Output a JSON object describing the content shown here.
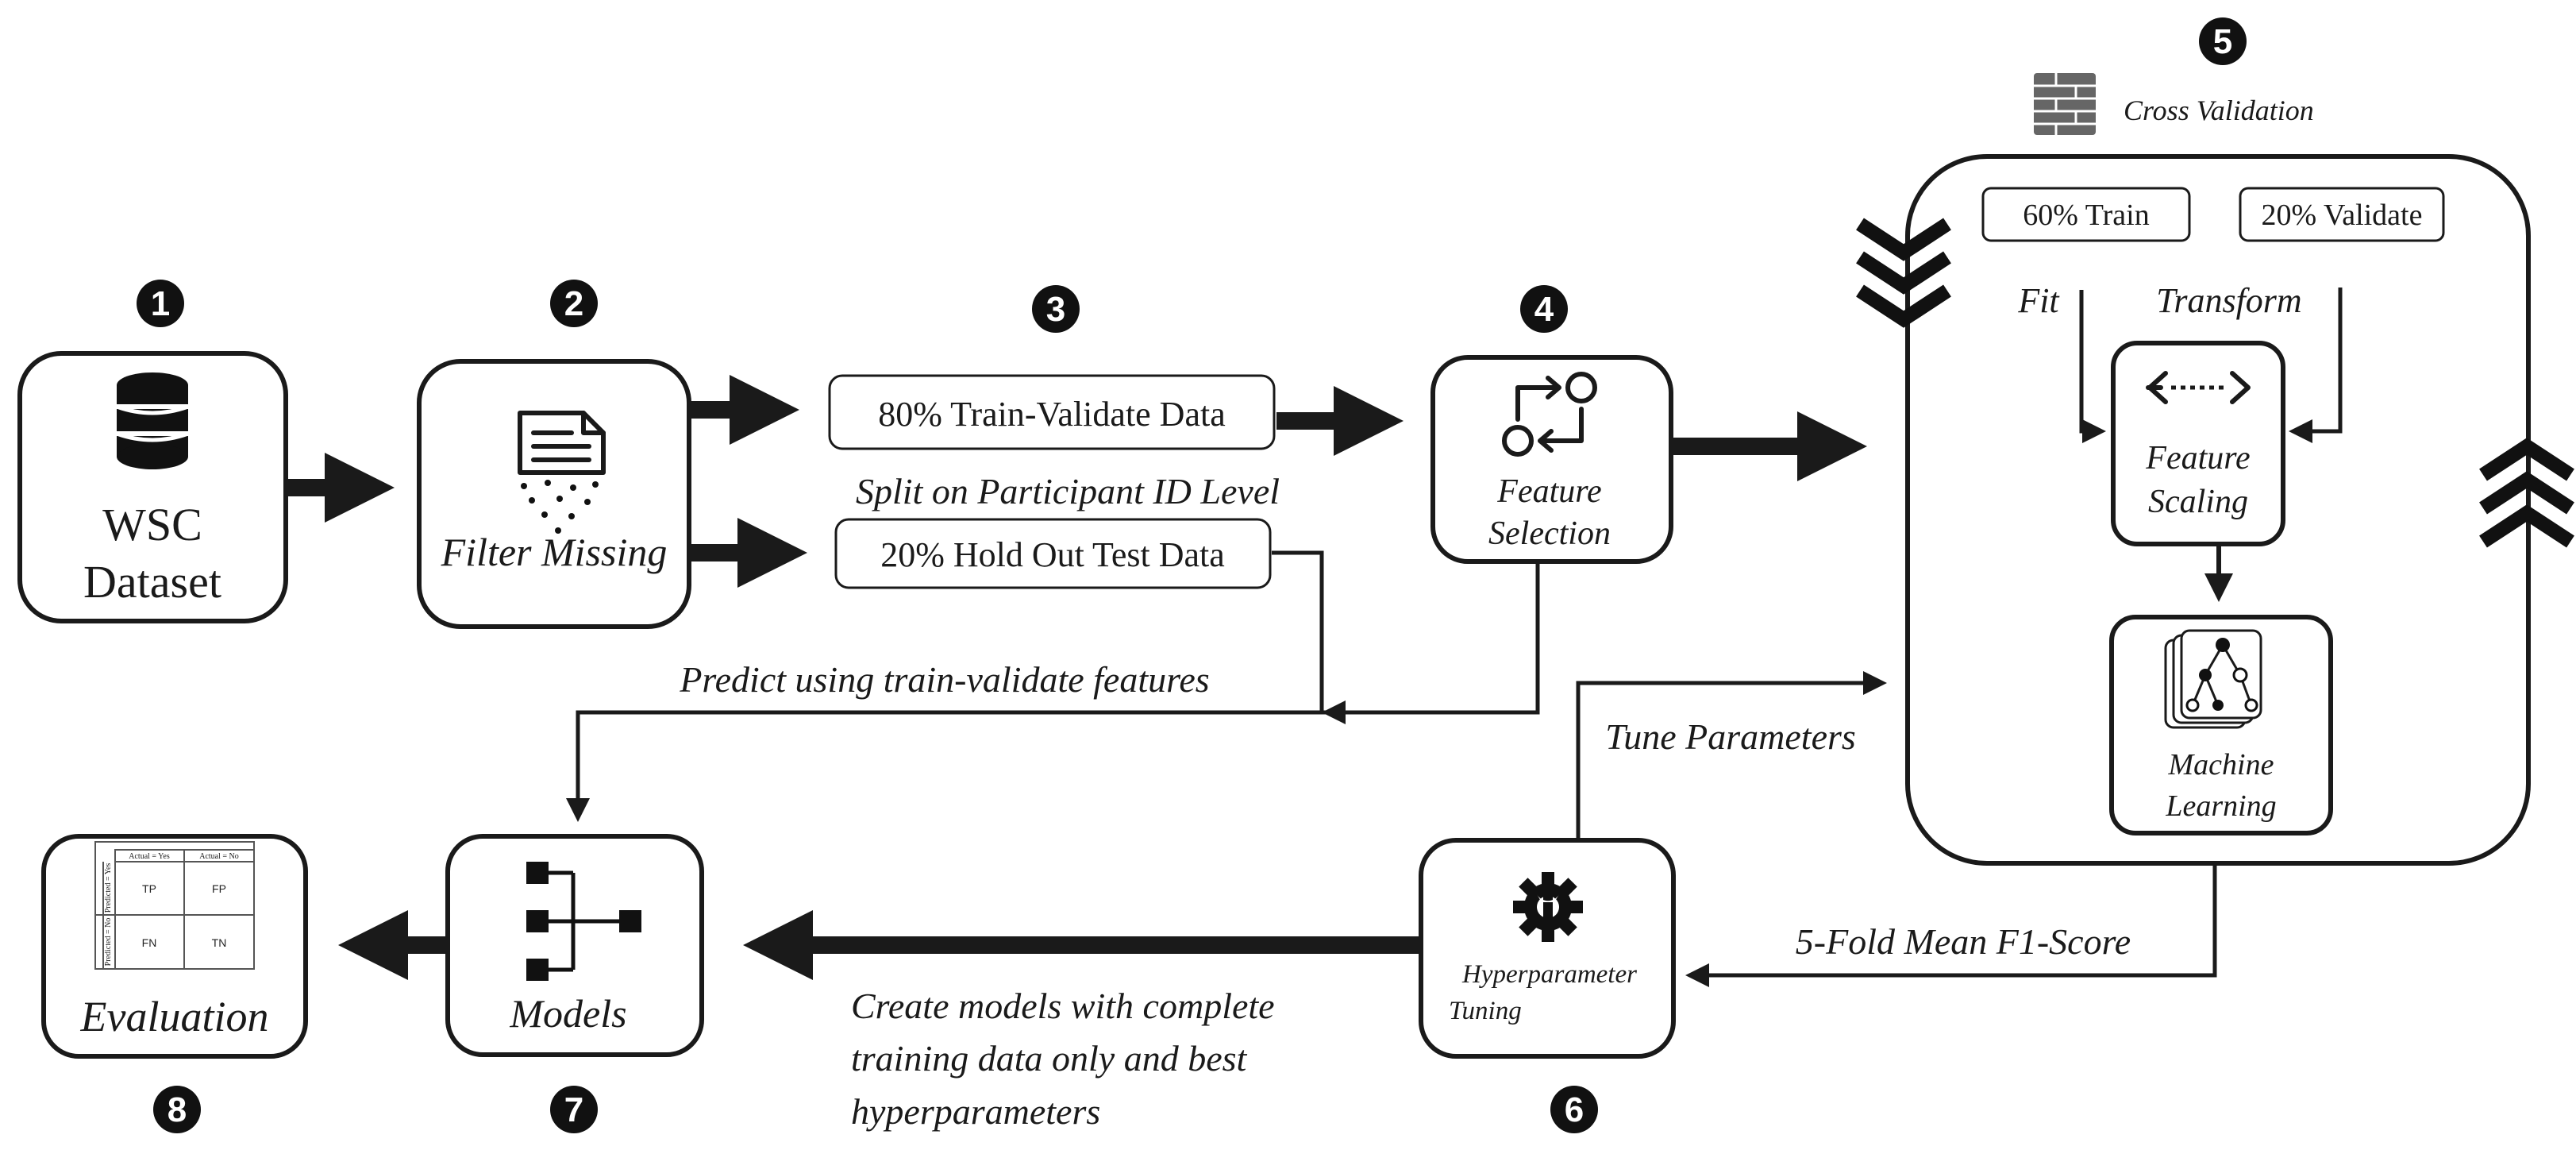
{
  "steps": {
    "s1": {
      "number": "1",
      "label_line1": "WSC",
      "label_line2": "Dataset"
    },
    "s2": {
      "number": "2",
      "label": "Filter Missing"
    },
    "s3": {
      "number": "3",
      "train_validate": "80% Train-Validate Data",
      "split_label": "Split on Participant ID Level",
      "hold_out": "20% Hold Out Test Data"
    },
    "s4": {
      "number": "4",
      "label_line1": "Feature",
      "label_line2": "Selection"
    },
    "s5": {
      "number": "5",
      "title": "Cross Validation",
      "train": "60% Train",
      "validate": "20% Validate",
      "fit": "Fit",
      "transform": "Transform",
      "scaling_line1": "Feature",
      "scaling_line2": "Scaling",
      "ml_line1": "Machine",
      "ml_line2": "Learning"
    },
    "s6": {
      "number": "6",
      "label_line1": "Hyperparameter",
      "label_line2": "Tuning"
    },
    "s7": {
      "number": "7",
      "label": "Models"
    },
    "s8": {
      "number": "8",
      "label": "Evaluation"
    }
  },
  "edges": {
    "predict": "Predict using train-validate features",
    "tune": "Tune Parameters",
    "f1": "5-Fold Mean F1-Score",
    "create_line1": "Create models with complete",
    "create_line2": "training data only and best",
    "create_line3": "hyperparameters"
  },
  "confusion_matrix": {
    "col1": "Actual = Yes",
    "col2": "Actual = No",
    "row1": "Predicted = Yes",
    "row2": "Predicted = No",
    "tp": "TP",
    "fp": "FP",
    "fn": "FN",
    "tn": "TN"
  },
  "colors": {
    "ink": "#1a1a1a",
    "paper": "#ffffff",
    "brick_icon": "#666666"
  }
}
